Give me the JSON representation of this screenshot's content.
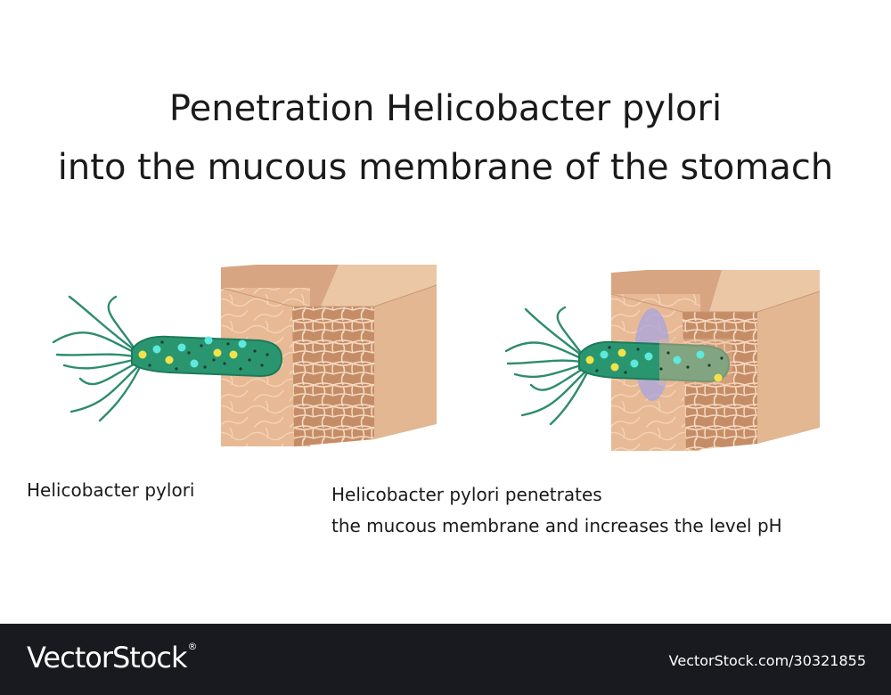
{
  "title": {
    "line1": "Penetration Helicobacter pylori",
    "line2": "into the mucous membrane of the stomach"
  },
  "panels": [
    {
      "caption_lines": [
        "Helicobacter pylori"
      ]
    },
    {
      "caption_lines": [
        "Helicobacter pylori penetrates",
        "the mucous membrane and increases the level pH"
      ]
    }
  ],
  "colors": {
    "bacterium_body": "#2a9670",
    "bacterium_outline": "#1d7a5a",
    "flagella": "#2e8c6c",
    "granule_cyan": "#5fe8dc",
    "granule_yellow": "#f3e24a",
    "granule_dark": "#1c3b33",
    "tissue_front": "#e8b995",
    "tissue_top": "#d8a582",
    "tissue_side": "#e2b792",
    "mucosa_band": "#a87252",
    "cell_fill": "#c48d68",
    "cell_line": "#f6d9bf",
    "ph_zone": "#a7a5e0",
    "footer_bg": "#181a20"
  },
  "watermark": {
    "logo": "VectorStock",
    "logo_mark": "®",
    "image_ref": "VectorStock.com/30321855"
  }
}
